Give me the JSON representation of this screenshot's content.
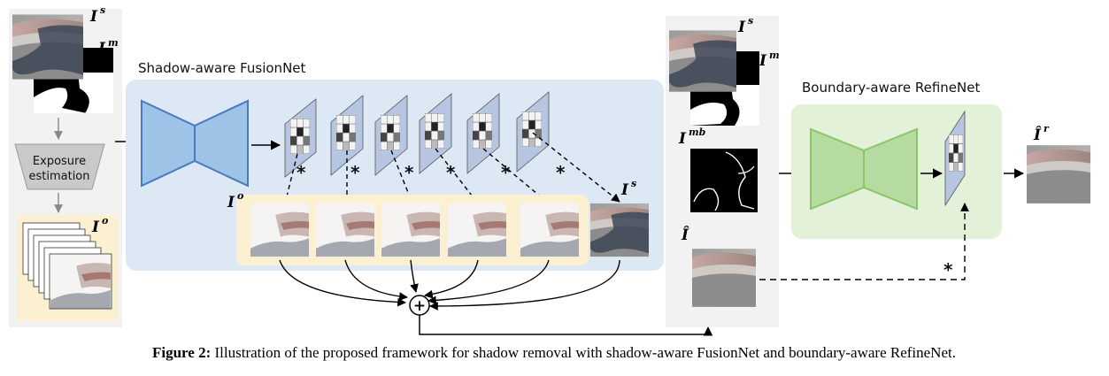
{
  "labels": {
    "fusionnet": "Shadow-aware FusionNet",
    "refinenet": "Boundary-aware RefineNet",
    "exposure_line1": "Exposure",
    "exposure_line2": "estimation",
    "star": "*",
    "plus": "+"
  },
  "math": {
    "I": "I",
    "I_hat": "Î",
    "sup_s": "s",
    "sup_m": "m",
    "sup_o": "o",
    "sup_mb": "mb",
    "sup_r": "r"
  },
  "caption": {
    "prefix": "Figure 2:",
    "text": " Illustration of the proposed framework for shadow removal with shadow-aware FusionNet and boundary-aware RefineNet."
  },
  "colors": {
    "fusion_bg": "#dde8f5",
    "refine_bg": "#e3f1d8",
    "panel_bg": "#f2f2f2",
    "yellow_bg": "#fbf0d2",
    "encoder_blue": "#9dc3e6",
    "encoder_blue_stroke": "#4a78c2",
    "encoder_green": "#b6dba0",
    "encoder_green_stroke": "#8cc46a",
    "feature_plane": "#b7c6e0"
  }
}
